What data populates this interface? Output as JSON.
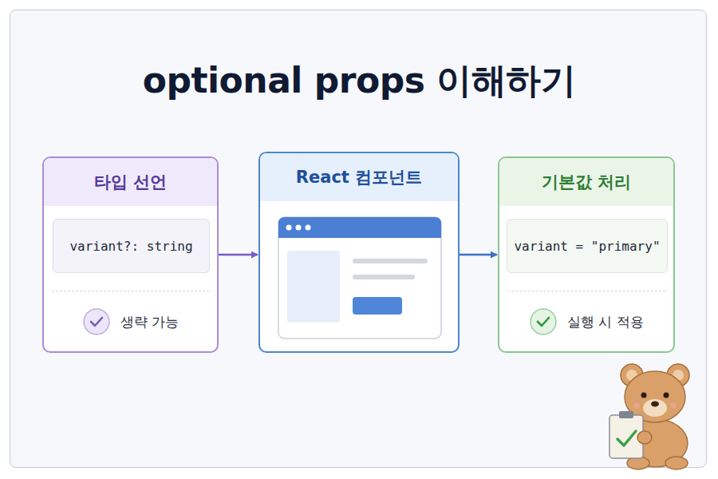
{
  "diagram": {
    "title": "optional props 이해하기",
    "nodes": [
      {
        "text": [
          "타입 선언",
          "생략 가능"
        ]
      },
      {
        "text": [
          "variant?: string"
        ],
        "in": 0
      },
      {
        "text": [
          "React 컴포넌트"
        ]
      },
      {
        "text": [
          "기본값 처리",
          "실행 시 적용"
        ]
      },
      {
        "text": [
          "variant = \"primary\""
        ],
        "in": 3
      }
    ],
    "edges": [
      {
        "from": 0,
        "to": 2,
        "arrow": "to"
      },
      {
        "from": 2,
        "to": 3,
        "arrow": "to"
      }
    ]
  }
}
